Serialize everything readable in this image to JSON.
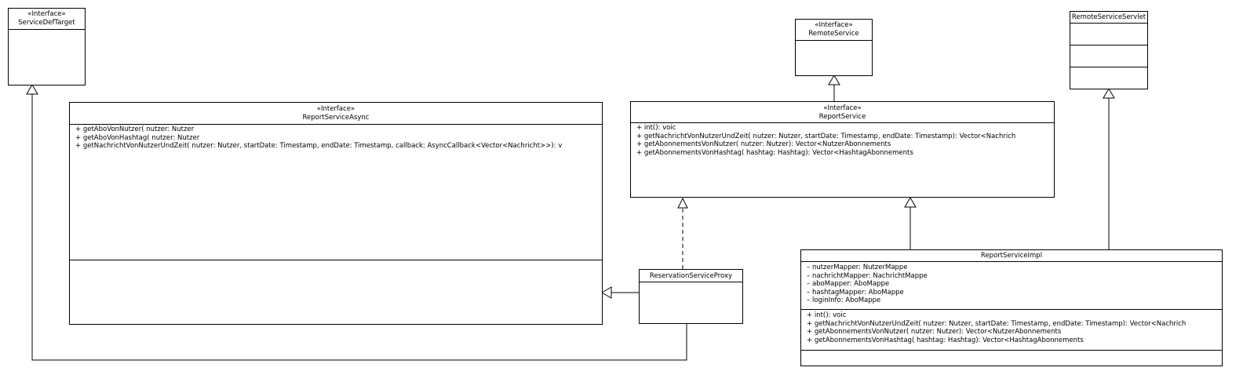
{
  "classes": {
    "service_def_target": {
      "stereotype": "«Interface»",
      "name": "ServiceDefTarget"
    },
    "remote_service": {
      "stereotype": "«Interface»",
      "name": "RemoteService"
    },
    "remote_service_servlet": {
      "name": "RemoteServiceServlet"
    },
    "report_service_async": {
      "stereotype": "«Interface»",
      "name": "ReportServiceAsync",
      "operations": [
        "+ getAboVonNutzer(  nutzer: Nutzer",
        "+ getAboVonHashtag(  nutzer: Nutzer",
        "+ getNachrichtVonNutzerUndZeit(  nutzer: Nutzer,   startDate: Timestamp,   endDate: Timestamp,   callback: AsyncCallback<Vector<Nachricht>>): v"
      ]
    },
    "report_service": {
      "stereotype": "«Interface»",
      "name": "ReportService",
      "operations": [
        "+ int(): voic",
        "+ getNachrichtVonNutzerUndZeit(  nutzer: Nutzer,   startDate: Timestamp,   endDate: Timestamp): Vector<Nachrich",
        "+ getAbonnementsVonNutzer(  nutzer: Nutzer): Vector<NutzerAbonnements",
        "+ getAbonnementsVonHashtag(  hashtag: Hashtag): Vector<HashtagAbonnements"
      ]
    },
    "reservation_service_proxy": {
      "name": "ReservationServiceProxy"
    },
    "report_service_impl": {
      "name": "ReportServiceImpl",
      "attributes": [
        "– nutzerMapper: NutzerMappe",
        "– nachrichtMapper: NachrichtMappe",
        "– aboMapper: AboMappe",
        "– hashtagMapper: AboMappe",
        "– loginInfo: AboMappe"
      ],
      "operations": [
        "+ int(): voic",
        "+ getNachrichtVonNutzerUndZeit(  nutzer: Nutzer,   startDate: Timestamp,   endDate: Timestamp): Vector<Nachrich",
        "+ getAbonnementsVonNutzer(  nutzer: Nutzer): Vector<NutzerAbonnements",
        "+ getAbonnementsVonHashtag(  hashtag: Hashtag): Vector<HashtagAbonnements"
      ]
    }
  },
  "relations": [
    {
      "from": "ReservationServiceProxy",
      "to": "ServiceDefTarget",
      "kind": "realization"
    },
    {
      "from": "ReservationServiceProxy",
      "to": "ReportServiceAsync",
      "kind": "generalization"
    },
    {
      "from": "ReservationServiceProxy",
      "to": "ReportService",
      "kind": "realization"
    },
    {
      "from": "ReportService",
      "to": "RemoteService",
      "kind": "generalization"
    },
    {
      "from": "ReportServiceImpl",
      "to": "ReportService",
      "kind": "generalization"
    },
    {
      "from": "ReportServiceImpl",
      "to": "RemoteServiceServlet",
      "kind": "generalization"
    }
  ]
}
